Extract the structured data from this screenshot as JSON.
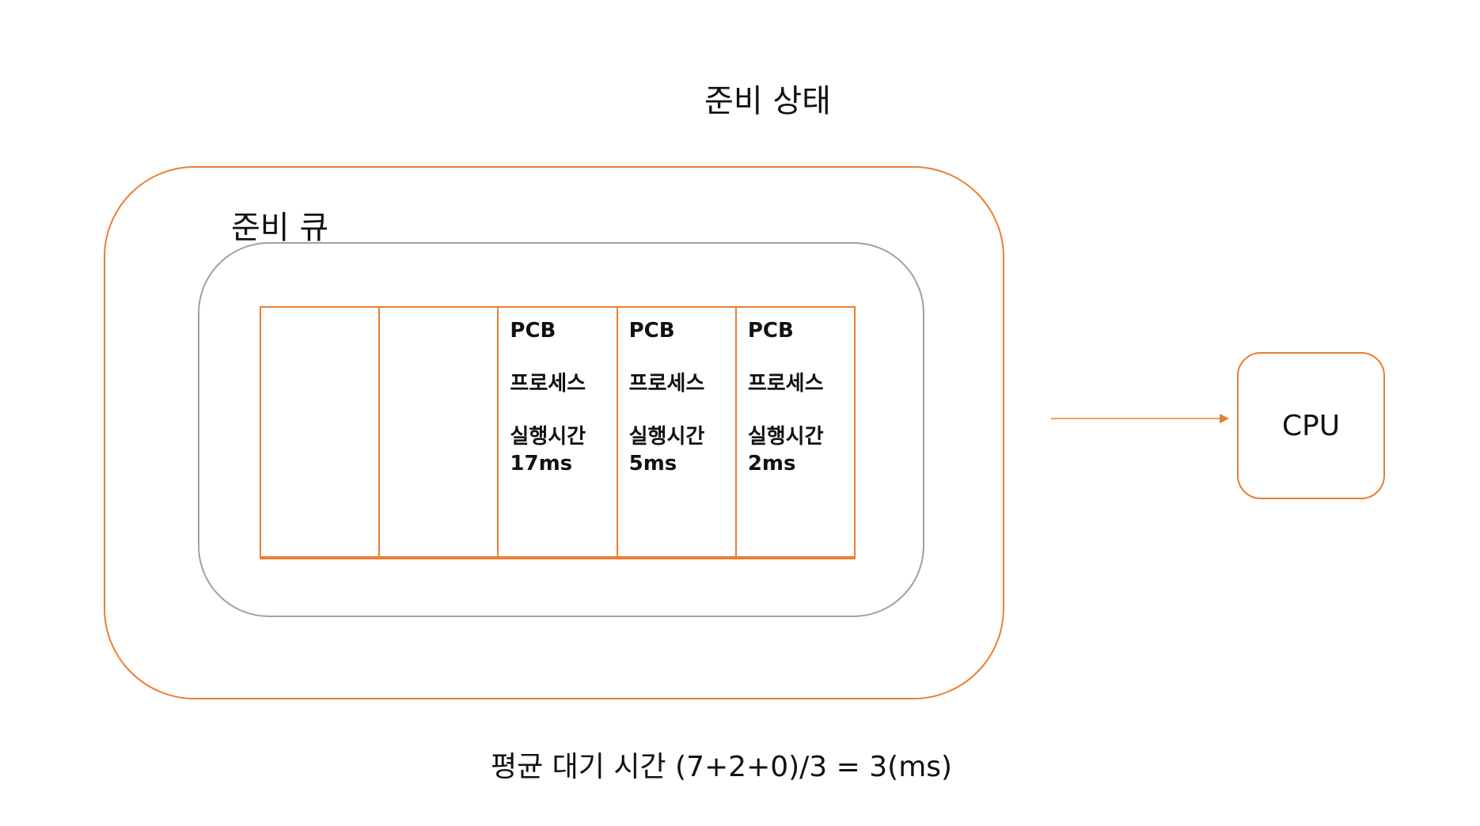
{
  "title": "준비 상태",
  "ready_queue": {
    "label": "준비 큐",
    "slots": [
      {
        "pcb": "",
        "process": "",
        "time_label": "",
        "time_value": ""
      },
      {
        "pcb": "",
        "process": "",
        "time_label": "",
        "time_value": ""
      },
      {
        "pcb": "PCB",
        "process": "프로세스",
        "time_label": "실행시간",
        "time_value": "17ms"
      },
      {
        "pcb": "PCB",
        "process": "프로세스",
        "time_label": "실행시간",
        "time_value": "5ms"
      },
      {
        "pcb": "PCB",
        "process": "프로세스",
        "time_label": "실행시간",
        "time_value": "2ms"
      }
    ]
  },
  "cpu": {
    "label": "CPU"
  },
  "footer": "평균 대기 시간 (7+2+0)/3 = 3(ms)",
  "colors": {
    "accent": "#ED7D31",
    "queue_border": "#A0A0A0",
    "text": "#111111"
  }
}
